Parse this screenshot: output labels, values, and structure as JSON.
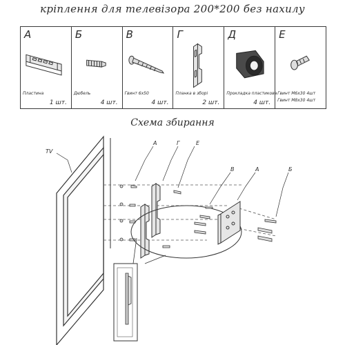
{
  "title": "кріплення для телевізора 200*200 без нахилу",
  "parts": [
    {
      "letter": "А",
      "name": "Пластина",
      "qty": "1 шт.",
      "icon": "plate-icon"
    },
    {
      "letter": "Б",
      "name": "Дюбель",
      "qty": "4 шт.",
      "icon": "dowel-icon"
    },
    {
      "letter": "В",
      "name": "Гвинт 6х50",
      "qty": "4 шт.",
      "icon": "screw-icon"
    },
    {
      "letter": "Г",
      "name": "Планка в зборі",
      "qty": "2 шт.",
      "icon": "bracket-icon"
    },
    {
      "letter": "Д",
      "name": "Прокладка пластикова",
      "qty": "4 шт.",
      "icon": "spacer-icon"
    },
    {
      "letter": "Е",
      "name": "Гвинт М6х30 4шт",
      "name2": "Гвинт М8х30 4шт",
      "qty": "",
      "icon": "bolt-icon"
    }
  ],
  "assembly": {
    "title": "Схема збирання",
    "labels": {
      "tv": "TV",
      "a1": "А",
      "g": "Г",
      "e": "Е",
      "v": "В",
      "a2": "А",
      "b": "Б"
    }
  }
}
